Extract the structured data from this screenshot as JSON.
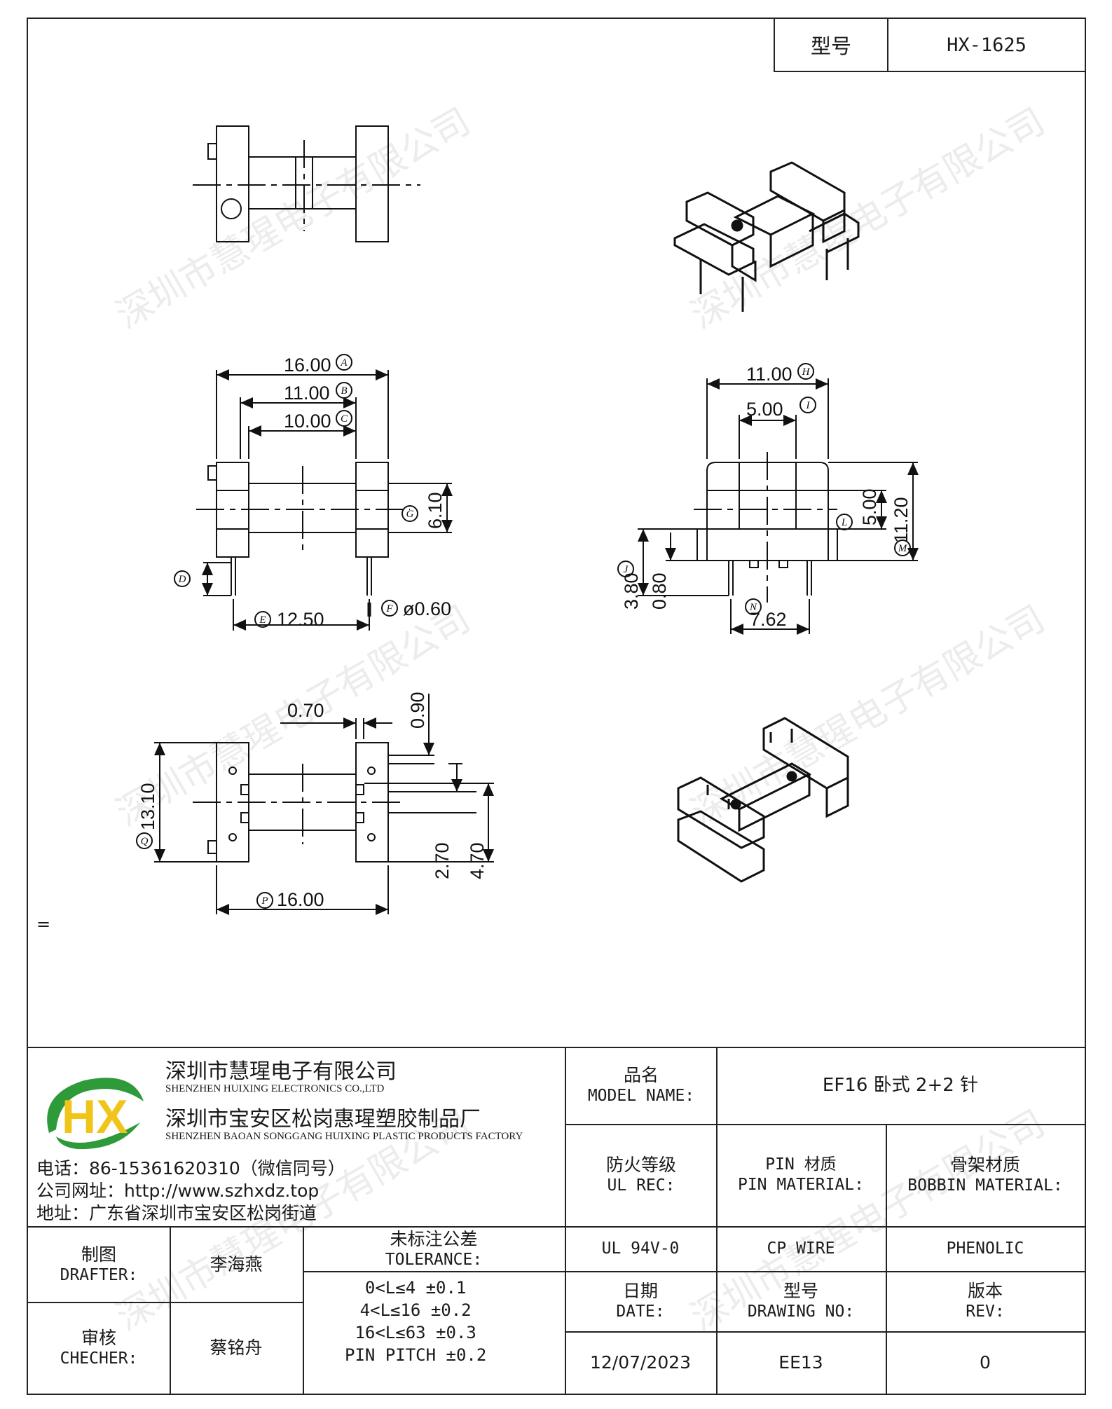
{
  "model_box": {
    "label": "型号",
    "value": "HX-1625"
  },
  "dimensions": {
    "a": "16.00",
    "b": "11.00",
    "c": "10.00",
    "g": "6.10",
    "e": "12.50",
    "f": "ø0.60",
    "h": "11.00",
    "i": "5.00",
    "l": "5.00",
    "m": "11.20",
    "j": "3.80",
    "k": "0.80",
    "n": "7.62",
    "t1": "0.70",
    "t2": "0.90",
    "q": "13.10",
    "p": "16.00",
    "t3": "2.70",
    "t4": "4.70"
  },
  "markers": {
    "a": "A",
    "b": "B",
    "c": "C",
    "g": "G",
    "d": "D",
    "e": "E",
    "f": "F",
    "h": "H",
    "i": "I",
    "l": "L",
    "m": "M",
    "j": "J",
    "n": "N",
    "q": "Q",
    "p": "P"
  },
  "watermark": "深圳市慧瑆电子有限公司",
  "stray_mark": "=",
  "company": {
    "cn_name": "深圳市慧瑆电子有限公司",
    "en_name": "SHENZHEN HUIXING ELECTRONICS CO.,LTD",
    "cn_factory": "深圳市宝安区松岗惠瑆塑胶制品厂",
    "en_factory": "SHENZHEN BAOAN SONGGANG HUIXING PLASTIC PRODUCTS FACTORY",
    "phone": "电话：86-15361620310（微信同号）",
    "website": "公司网址：http://www.szhxdz.top",
    "address": "地址：广东省深圳市宝安区松岗街道",
    "logo_text": "HX",
    "colors": {
      "logo_green": "#2e9a3a",
      "logo_yellow": "#f0c419"
    }
  },
  "title_block": {
    "model_name_cn": "品名",
    "model_name_en": "MODEL NAME:",
    "model_name_value": "EF16 卧式 2+2 针",
    "ul_cn": "防火等级",
    "ul_en": "UL REC:",
    "ul_value": "UL 94V-0",
    "pin_cn": "PIN 材质",
    "pin_en": "PIN MATERIAL:",
    "pin_value": "CP WIRE",
    "bobbin_cn": "骨架材质",
    "bobbin_en": "BOBBIN MATERIAL:",
    "bobbin_value": "PHENOLIC",
    "drafter_cn": "制图",
    "drafter_en": "DRAFTER:",
    "drafter_value": "李海燕",
    "checker_cn": "审核",
    "checker_en": "CHECHER:",
    "checker_value": "蔡铭舟",
    "tolerance_cn": "未标注公差",
    "tolerance_en": "TOLERANCE:",
    "tolerance_lines": [
      "0<L≤4  ±0.1",
      "4<L≤16 ±0.2",
      "16<L≤63 ±0.3",
      "PIN PITCH ±0.2"
    ],
    "date_cn": "日期",
    "date_en": "DATE:",
    "date_value": "12/07/2023",
    "drawing_cn": "型号",
    "drawing_en": "DRAWING NO:",
    "drawing_value": "EE13",
    "rev_cn": "版本",
    "rev_en": "REV:",
    "rev_value": "0"
  }
}
